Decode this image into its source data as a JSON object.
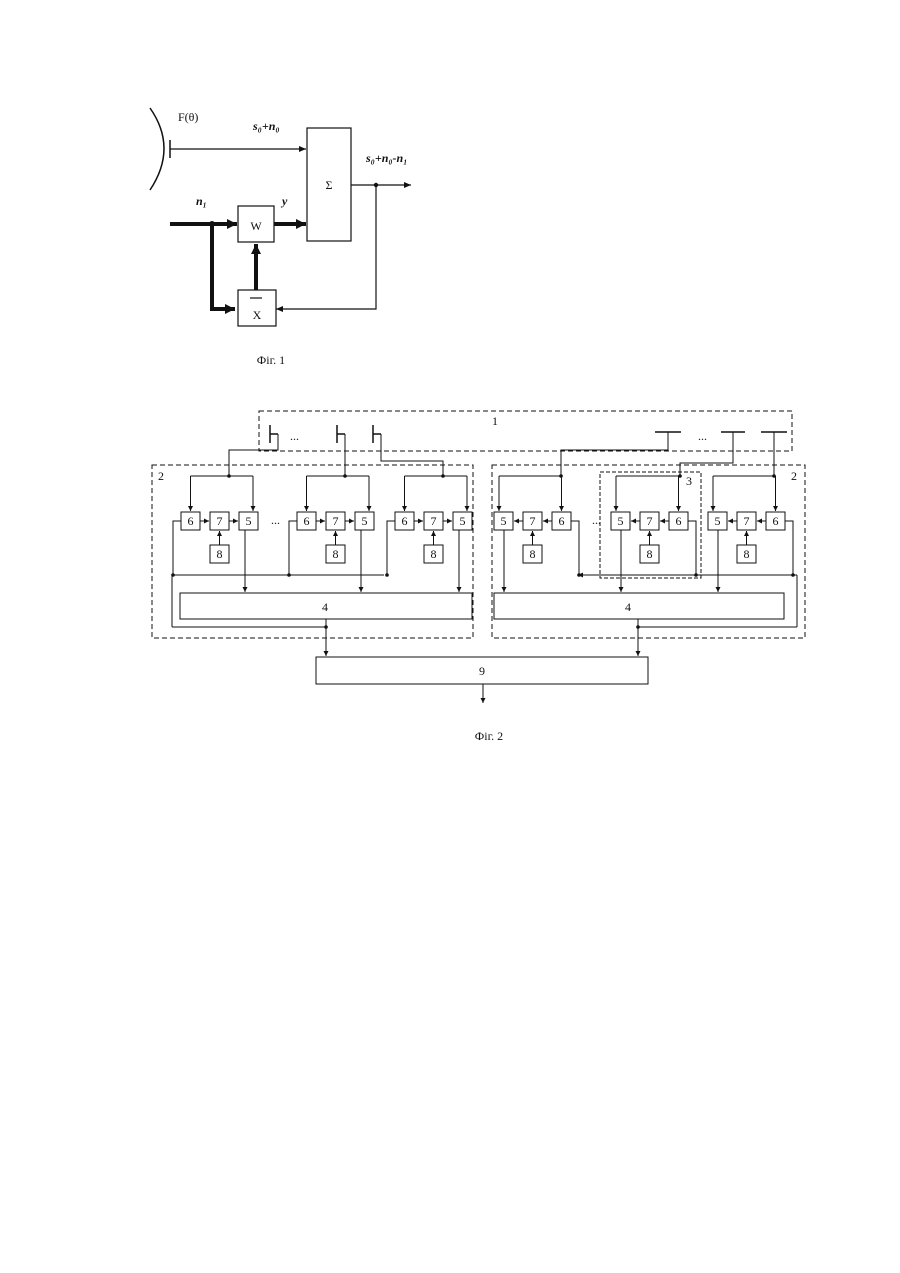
{
  "fig1": {
    "antenna_label": "F(θ)",
    "main_input_label": "s₀+n₀",
    "aux_input_label": "n₁",
    "y_label": "y",
    "output_label": "s₀+n₀-n₁",
    "sum_symbol": "Σ",
    "weight_symbol": "W",
    "correlator_symbol": "X",
    "caption": "Фіг. 1"
  },
  "fig2": {
    "array_number": "1",
    "subarray_left_number": "2",
    "subarray_right_number": "2",
    "module_number": "3",
    "combiner_number": "4",
    "output_combiner_number": "9",
    "block_5": "5",
    "block_6": "6",
    "block_7": "7",
    "block_8": "8",
    "ellipsis": "...",
    "caption": "Фіг. 2"
  }
}
